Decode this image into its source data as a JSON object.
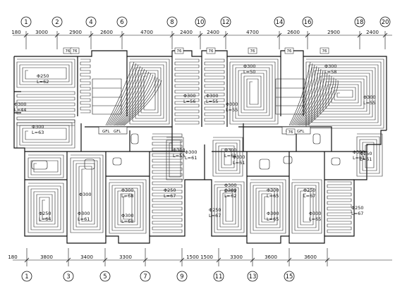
{
  "drawing": {
    "top_axis_labels": [
      "1",
      "2",
      "4",
      "6",
      "8",
      "10",
      "12",
      "14",
      "16",
      "18",
      "20"
    ],
    "bottom_axis_labels": [
      "1",
      "3",
      "5",
      "7",
      "9",
      "11",
      "13",
      "15"
    ],
    "top_dimensions": [
      "180",
      "3000",
      "2900",
      "2600",
      "4700",
      "2400",
      "2400",
      "4700",
      "2600",
      "2900",
      "2400"
    ],
    "bottom_dimensions": [
      "180",
      "3800",
      "3400",
      "3300",
      "1500",
      "1500",
      "3300",
      "3600",
      "3600"
    ],
    "room_labels": [
      {
        "pitch": "Φ250",
        "length": "L=62"
      },
      {
        "pitch": "Φ300",
        "length": "L=44"
      },
      {
        "pitch": "Φ300",
        "length": "L=63"
      },
      {
        "pitch": "Φ300",
        "length": "L=56"
      },
      {
        "pitch": "Φ300",
        "length": "L=55"
      },
      {
        "pitch": "Φ300",
        "length": "L=50"
      },
      {
        "pitch": "Φ300",
        "length": "L=55"
      },
      {
        "pitch": "Φ300",
        "length": "L=58"
      },
      {
        "pitch": "Φ300",
        "length": "L=55"
      },
      {
        "pitch": "Φ300",
        "length": "L=55"
      },
      {
        "pitch": "Φ300",
        "length": "L=61"
      },
      {
        "pitch": "Φ300",
        "length": "L=61"
      },
      {
        "pitch": "Φ300",
        "length": "L=61"
      },
      {
        "pitch": "Φ300",
        "length": "L=61"
      },
      {
        "pitch": "Φ250",
        "length": "L=61"
      },
      {
        "pitch": "Φ300",
        "length": ""
      },
      {
        "pitch": "Φ300",
        "length": "L=68"
      },
      {
        "pitch": "Φ300",
        "length": "L=65"
      },
      {
        "pitch": "Φ300",
        "length": "L=62"
      },
      {
        "pitch": "Φ300",
        "length": "L=62"
      },
      {
        "pitch": "Φ250",
        "length": "L=67"
      },
      {
        "pitch": "Φ250",
        "length": "L=64"
      },
      {
        "pitch": "Φ300",
        "length": "L=61"
      },
      {
        "pitch": "Φ300",
        "length": "L=68"
      },
      {
        "pitch": "Φ250",
        "length": "L=67"
      },
      {
        "pitch": "Φ250",
        "length": "L=67"
      },
      {
        "pitch": "Φ300",
        "length": "L=65"
      },
      {
        "pitch": "Φ300",
        "length": "L=65"
      },
      {
        "pitch": "Φ250",
        "length": "L=67"
      }
    ],
    "small_tags": [
      "76",
      "76",
      "76",
      "76",
      "76",
      "76",
      "76",
      "76"
    ],
    "manifold_label": "GFL",
    "core_tag": "76"
  }
}
